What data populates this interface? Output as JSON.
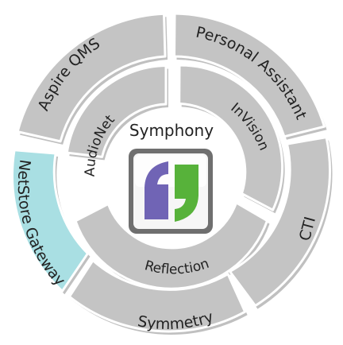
{
  "colors": {
    "segment_fill": "#c4c4c4",
    "segment_highlight": "#a9dfe3",
    "logo_left": "#7064b5",
    "logo_right": "#57b23a",
    "logo_frame": "#6f6f6f"
  },
  "center": {
    "title": "Symphony",
    "logo_icon": "symphony-logo-icon"
  },
  "inner_ring": [
    {
      "label": "AudioNet"
    },
    {
      "label": "InVision"
    },
    {
      "label": "Reflection"
    }
  ],
  "outer_ring": [
    {
      "label": "Aspire QMS",
      "highlighted": false
    },
    {
      "label": "Personal Assistant",
      "highlighted": false
    },
    {
      "label": "CTI",
      "highlighted": false
    },
    {
      "label": "Symmetry",
      "highlighted": false
    },
    {
      "label": "NetStore Gateway",
      "highlighted": true
    }
  ]
}
